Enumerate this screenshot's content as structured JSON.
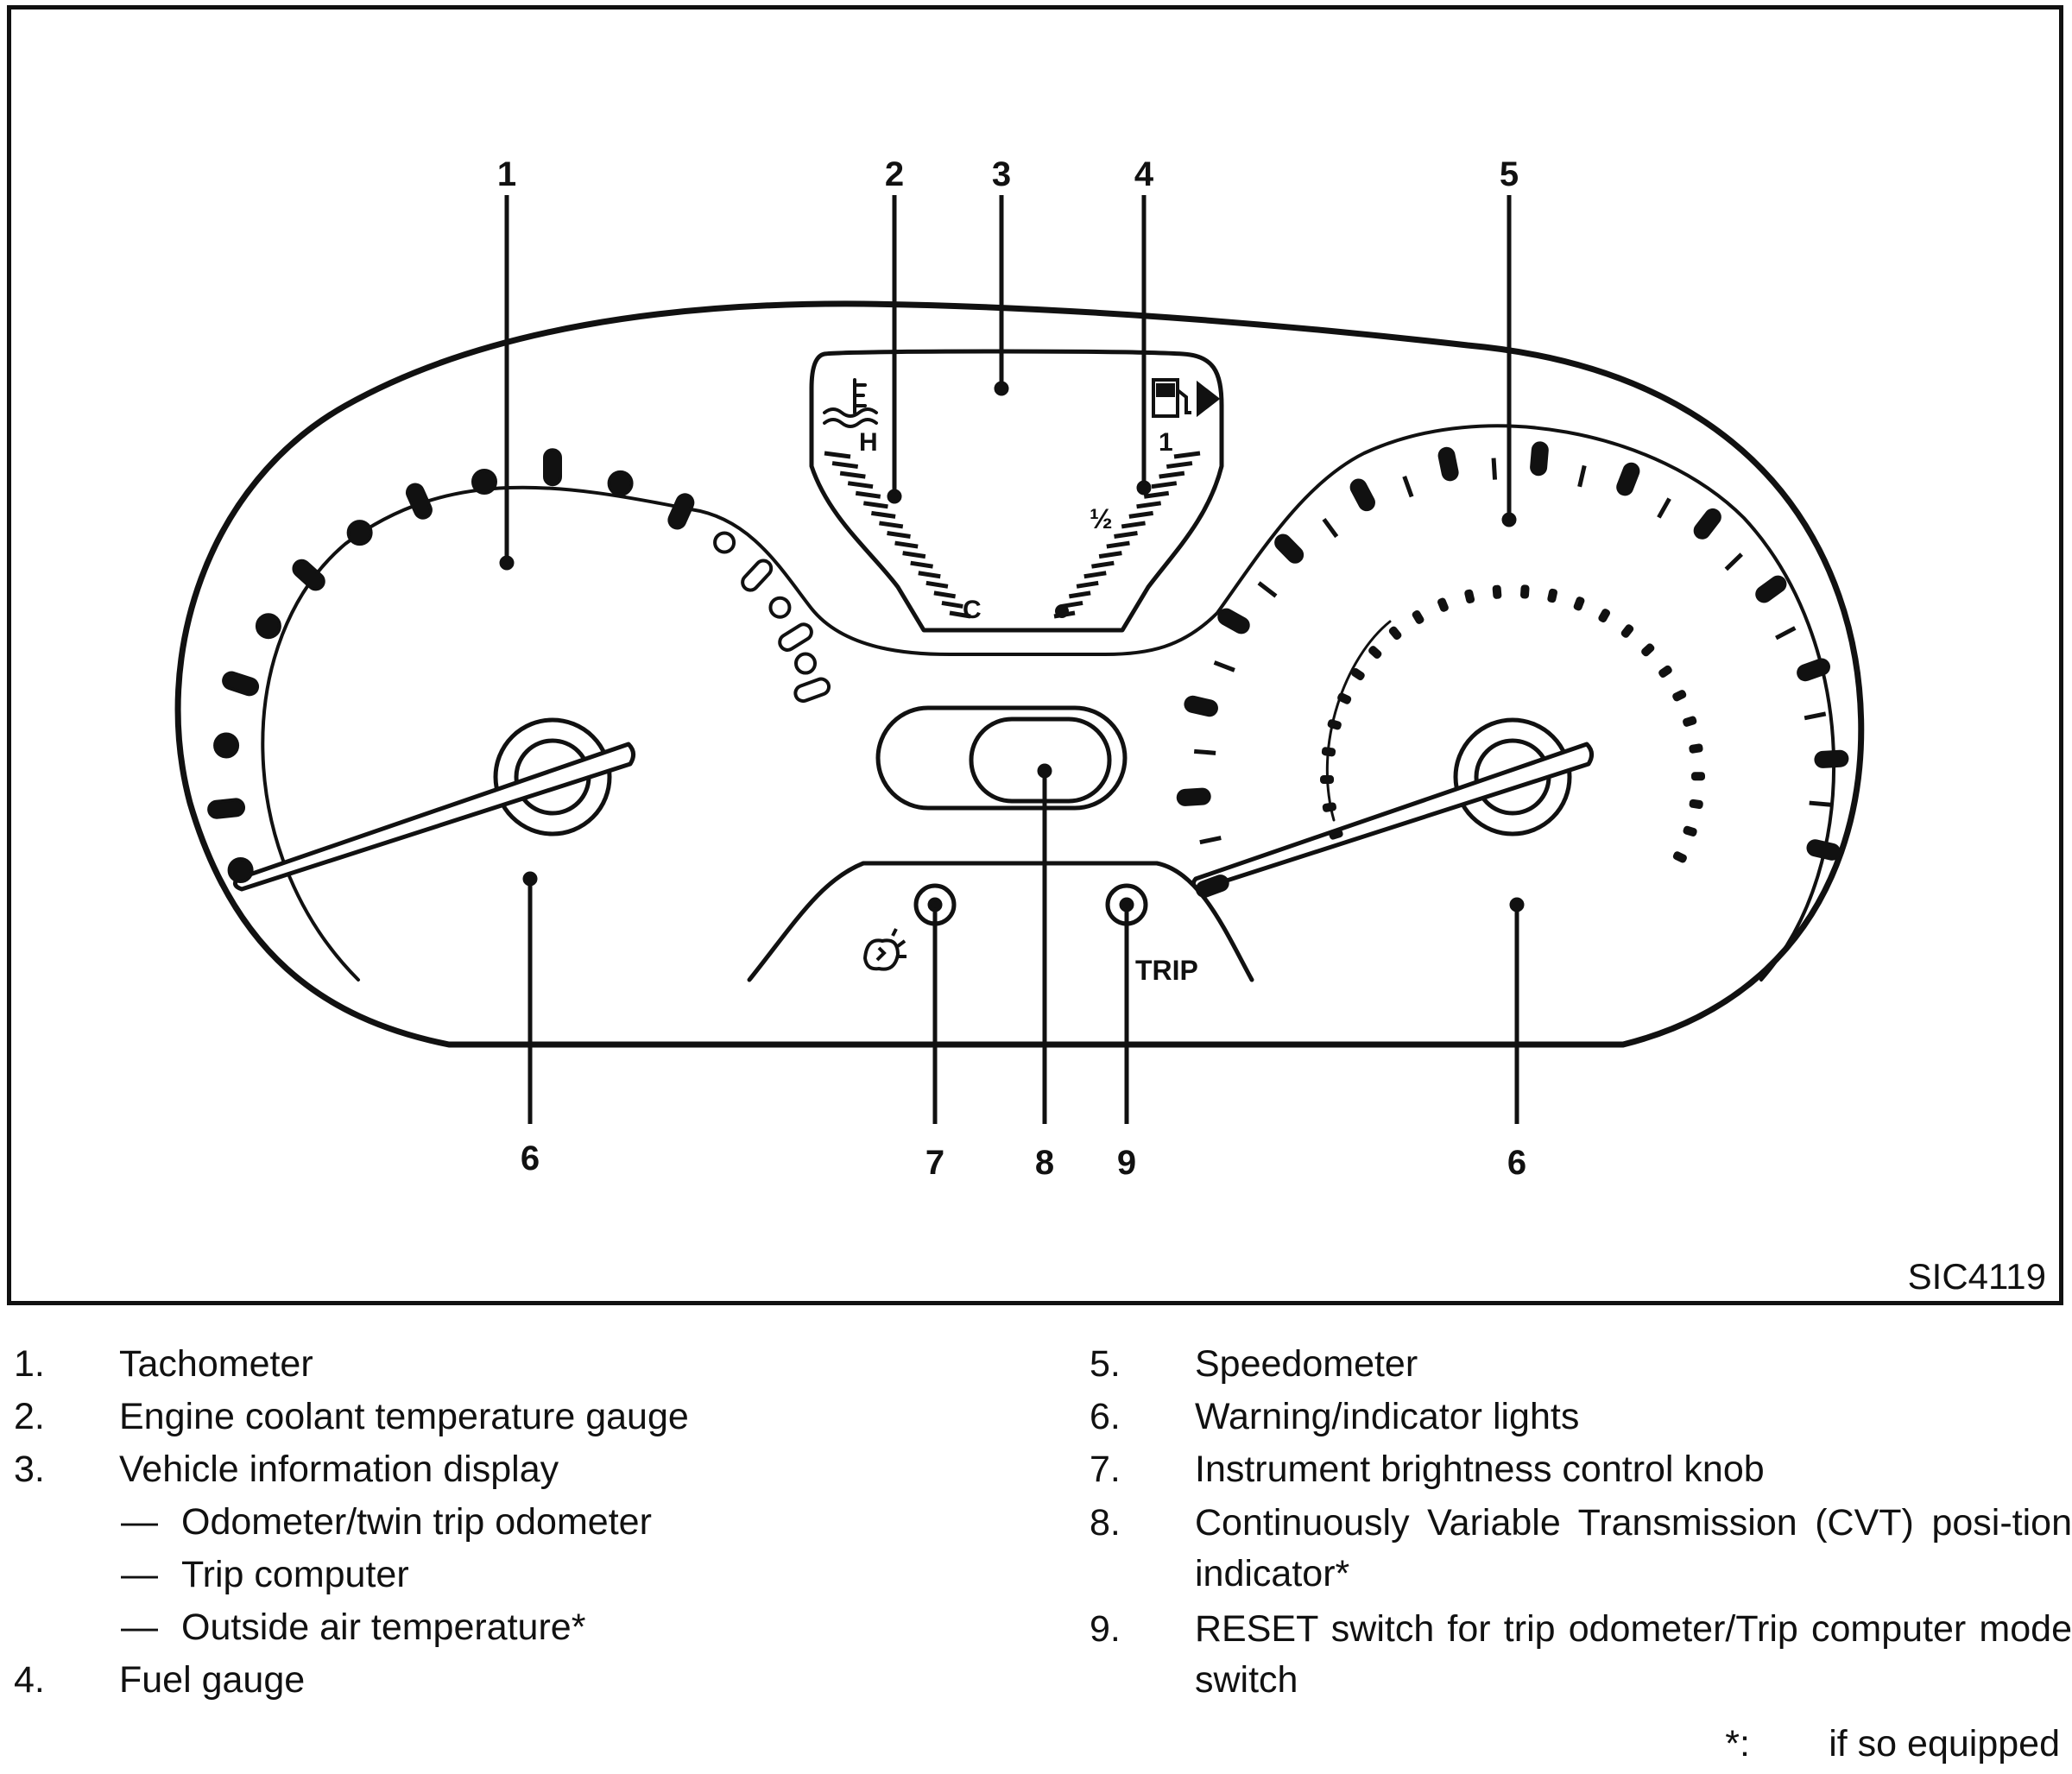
{
  "figure_code": "SIC4119",
  "callouts": [
    "1",
    "2",
    "3",
    "4",
    "5",
    "6",
    "6",
    "7",
    "8",
    "9"
  ],
  "gauge_labels": {
    "hot": "H",
    "cold": "C",
    "full": "1",
    "half": "½",
    "trip_button": "TRIP"
  },
  "legend_left": [
    {
      "num": "1.",
      "text": "Tachometer"
    },
    {
      "num": "2.",
      "text": "Engine coolant temperature gauge"
    },
    {
      "num": "3.",
      "text": "Vehicle information display"
    },
    {
      "dash": "—",
      "text": "Odometer/twin trip odometer"
    },
    {
      "dash": "—",
      "text": "Trip computer"
    },
    {
      "dash": "—",
      "text": "Outside air temperature*"
    },
    {
      "num": "4.",
      "text": "Fuel gauge"
    }
  ],
  "legend_right": [
    {
      "num": "5.",
      "text": "Speedometer"
    },
    {
      "num": "6.",
      "text": "Warning/indicator lights"
    },
    {
      "num": "7.",
      "text": "Instrument brightness control knob"
    },
    {
      "num": "8.",
      "text": "Continuously Variable Transmission (CVT) posi-tion indicator*"
    },
    {
      "num": "9.",
      "text": "RESET switch for trip odometer/Trip computer mode switch"
    }
  ],
  "footnote": {
    "mark": "*:",
    "text": "if so equipped"
  },
  "icons": [
    "coolant-temperature-icon",
    "fuel-pump-icon",
    "brightness-icon"
  ]
}
